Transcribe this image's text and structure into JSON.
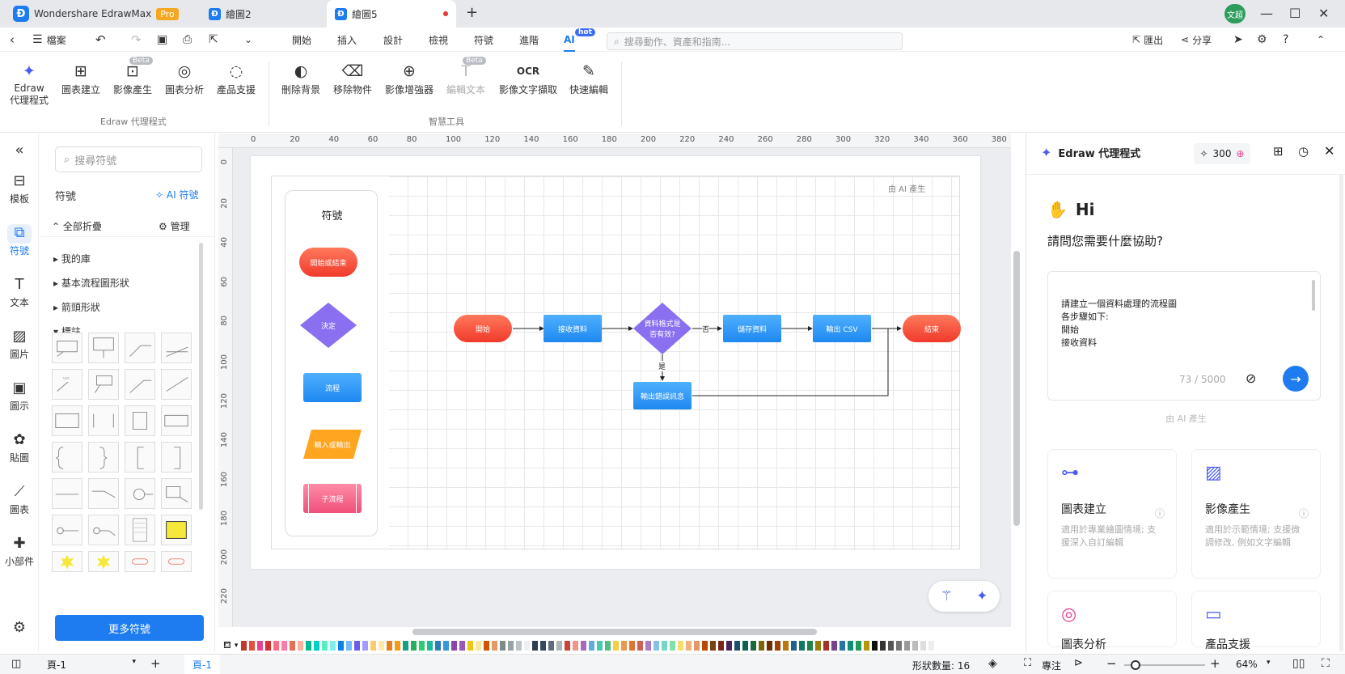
{
  "titlebar": {
    "app_name": "Wondershare EdrawMax",
    "badge": "Pro",
    "tabs": [
      {
        "label": "繪圖2"
      },
      {
        "label": "繪圖5"
      }
    ],
    "add_tab": "+",
    "user_initials": "文超"
  },
  "menubar": {
    "file_label": "檔案",
    "items": [
      "開始",
      "插入",
      "設計",
      "檢視",
      "符號",
      "進階",
      "AI"
    ],
    "hot_badge": "hot",
    "search_placeholder": "搜尋動作、資產和指南...",
    "export_label": "匯出",
    "share_label": "分享"
  },
  "ribbon": {
    "agent_group": {
      "label": "Edraw 代理程式",
      "buttons": [
        "Edraw\n代理程式",
        "圖表建立",
        "影像產生",
        "圖表分析",
        "產品支援"
      ]
    },
    "smart_group": {
      "label": "智慧工具",
      "buttons": [
        "刪除背景",
        "移除物件",
        "影像增強器",
        "編輯文本",
        "影像文字擷取",
        "快速編輯"
      ]
    },
    "beta": "Beta"
  },
  "left_nav": [
    "模板",
    "符號",
    "文本",
    "圖片",
    "圖示",
    "貼圖",
    "圖表",
    "小部件"
  ],
  "library": {
    "search_placeholder": "搜尋符號",
    "title": "符號",
    "ai_symbols": "AI 符號",
    "collapse_all": "全部折疊",
    "manage": "管理",
    "categories": [
      "我的庫",
      "基本流程圖形狀",
      "箭頭形狀",
      "標註"
    ],
    "more_button": "更多符號"
  },
  "ruler": {
    "top_ticks": [
      "0",
      "20",
      "40",
      "60",
      "80",
      "100",
      "120",
      "140",
      "160",
      "180",
      "200",
      "220",
      "240",
      "260",
      "280",
      "300",
      "320",
      "340",
      "360",
      "380"
    ],
    "left_ticks": [
      "0",
      "20",
      "40",
      "60",
      "80",
      "100",
      "120",
      "140",
      "160",
      "180",
      "200",
      "220"
    ]
  },
  "diagram": {
    "ai_tag": "由 AI 產生",
    "legend_title": "符號",
    "legend_items": [
      "開始或結束",
      "決定",
      "流程",
      "輸入或輸出",
      "子流程"
    ],
    "nodes": {
      "start": "開始",
      "receive": "接收資料",
      "decision": "資料格式是否有效?",
      "store": "儲存資料",
      "output": "輸出 CSV",
      "end": "結束",
      "error": "輸出錯誤訊息"
    },
    "labels": {
      "no": "否",
      "yes": "是"
    }
  },
  "agent_panel": {
    "title": "Edraw 代理程式",
    "credits": "300",
    "greeting": "Hi",
    "question": "請問您需要什麼協助?",
    "prompt_lines": [
      "請建立一個資料處理的流程圖",
      "各步驟如下:",
      "開始",
      "接收資料"
    ],
    "char_count": "73 / 5000",
    "ai_tag": "由 AI 產生",
    "cards": [
      {
        "title": "圖表建立",
        "desc": "適用於專業繪圖情境; 支援深入自訂編輯"
      },
      {
        "title": "影像產生",
        "desc": "適用於示範情境; 支援微調修改, 例如文字編輯"
      },
      {
        "title": "圖表分析",
        "desc": ""
      },
      {
        "title": "產品支援",
        "desc": ""
      }
    ]
  },
  "statusbar": {
    "page_selector": "頁-1",
    "page_tab": "頁-1",
    "shape_count": "形狀數量: 16",
    "focus": "專注",
    "zoom": "64%"
  },
  "palette_colors": [
    "#c0392b",
    "#e74c3c",
    "#e84393",
    "#d63031",
    "#ff6b81",
    "#fd79a8",
    "#e17055",
    "#fab1a0",
    "#00b894",
    "#00cec9",
    "#55efc4",
    "#81ecec",
    "#0984e3",
    "#74b9ff",
    "#6c5ce7",
    "#a29bfe",
    "#fdcb6e",
    "#ffeaa7",
    "#e67e22",
    "#f39c12",
    "#16a085",
    "#27ae60",
    "#2ecc71",
    "#1abc9c",
    "#2980b9",
    "#3498db",
    "#8e44ad",
    "#9b59b6",
    "#f1c40f",
    "#f9e79f",
    "#d35400",
    "#e59866",
    "#7f8c8d",
    "#95a5a6",
    "#bdc3c7",
    "#ecf0f1",
    "#2c3e50",
    "#34495e",
    "#5d6d7e",
    "#aab7b8",
    "#cb4335",
    "#f1948a",
    "#a569bd",
    "#5dade2",
    "#48c9b0",
    "#52be80",
    "#f4d03f",
    "#eb984e",
    "#dc7633",
    "#cd6155",
    "#af7ac5",
    "#85c1e9",
    "#76d7c4",
    "#82e0aa",
    "#f7dc6f",
    "#f0b27a",
    "#e59866",
    "#ba4a00",
    "#784212",
    "#7b241c",
    "#4a235a",
    "#1b4f72",
    "#0e6251",
    "#186a3b",
    "#7d6608",
    "#6e2c00",
    "#a04000",
    "#b9770e",
    "#1f618d",
    "#117864",
    "#1e8449",
    "#9a7d0a",
    "#a93226",
    "#76448a",
    "#2874a6",
    "#138d75",
    "#239b56",
    "#b7950b",
    "#111111",
    "#333333",
    "#555555",
    "#777777",
    "#999999",
    "#bbbbbb",
    "#dddddd",
    "#eeeeee"
  ]
}
